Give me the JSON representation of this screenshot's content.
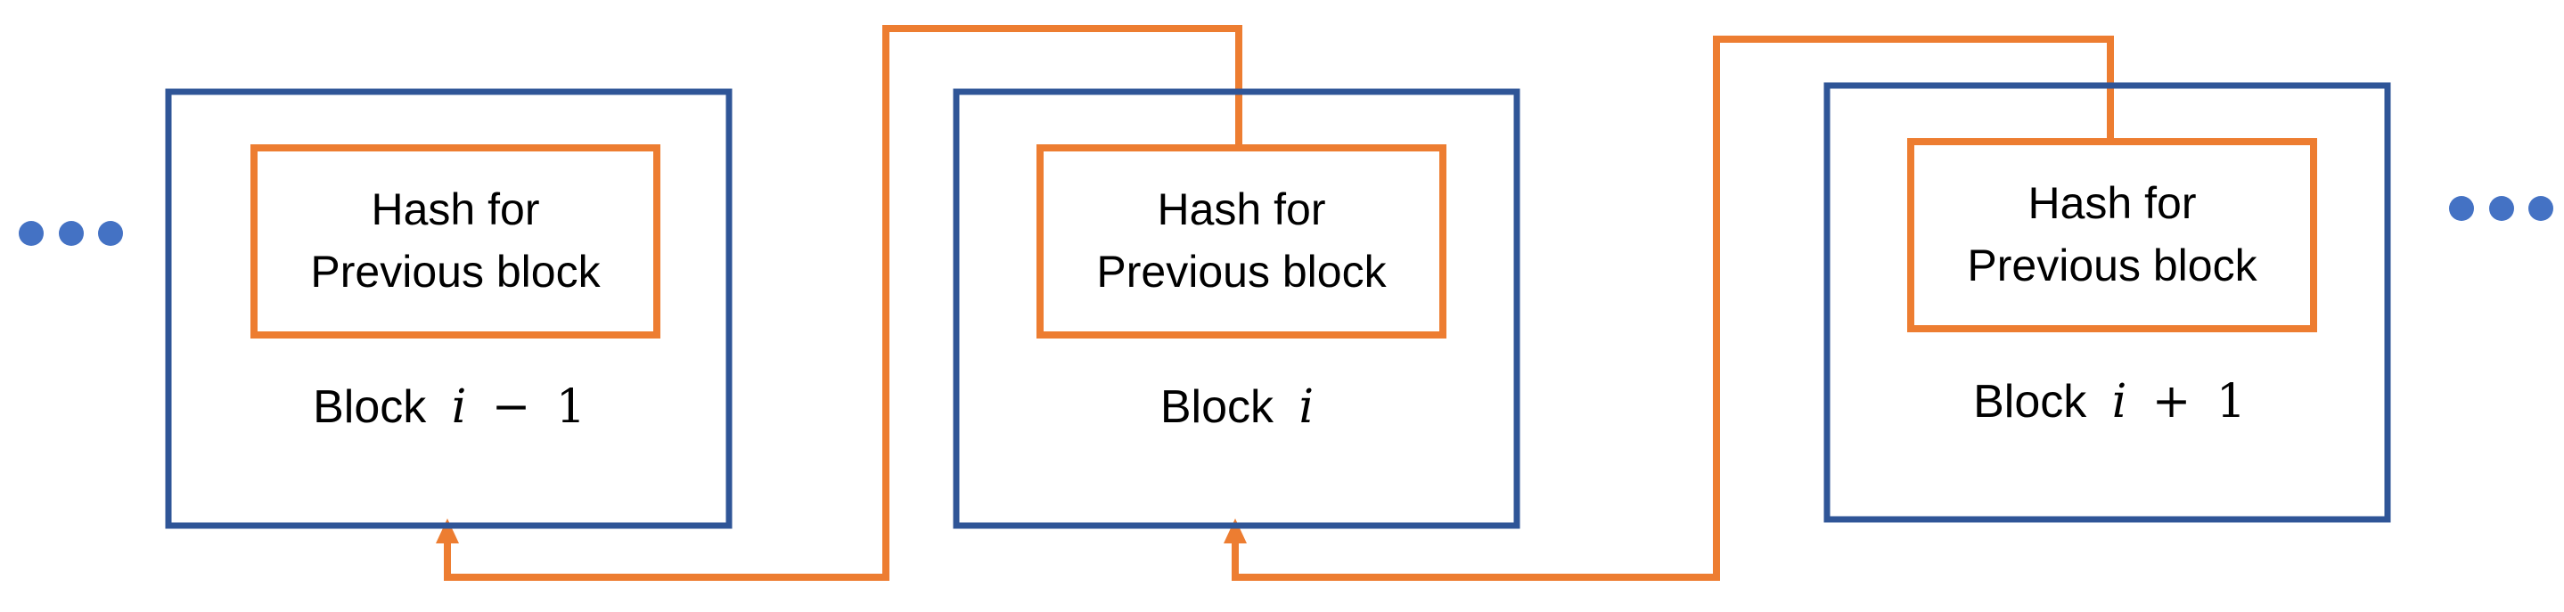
{
  "colors": {
    "block_border": "#2f5597",
    "hash_border": "#ed7d31",
    "link_line": "#ed7d31",
    "ellipsis_dots": "#4472c4",
    "text": "#000000"
  },
  "hash_box": {
    "line1": "Hash for",
    "line2": "Previous block"
  },
  "blocks": [
    {
      "label_prefix": "Block",
      "label_var": "i",
      "label_op": "−",
      "label_num": "1"
    },
    {
      "label_prefix": "Block",
      "label_var": "i",
      "label_op": "",
      "label_num": ""
    },
    {
      "label_prefix": "Block",
      "label_var": "i",
      "label_op": "+",
      "label_num": "1"
    }
  ],
  "ellipsis": {
    "left_icon": "ellipsis-dots-icon",
    "right_icon": "ellipsis-dots-icon"
  },
  "links": {
    "arrow_icon": "arrow-up-icon"
  }
}
